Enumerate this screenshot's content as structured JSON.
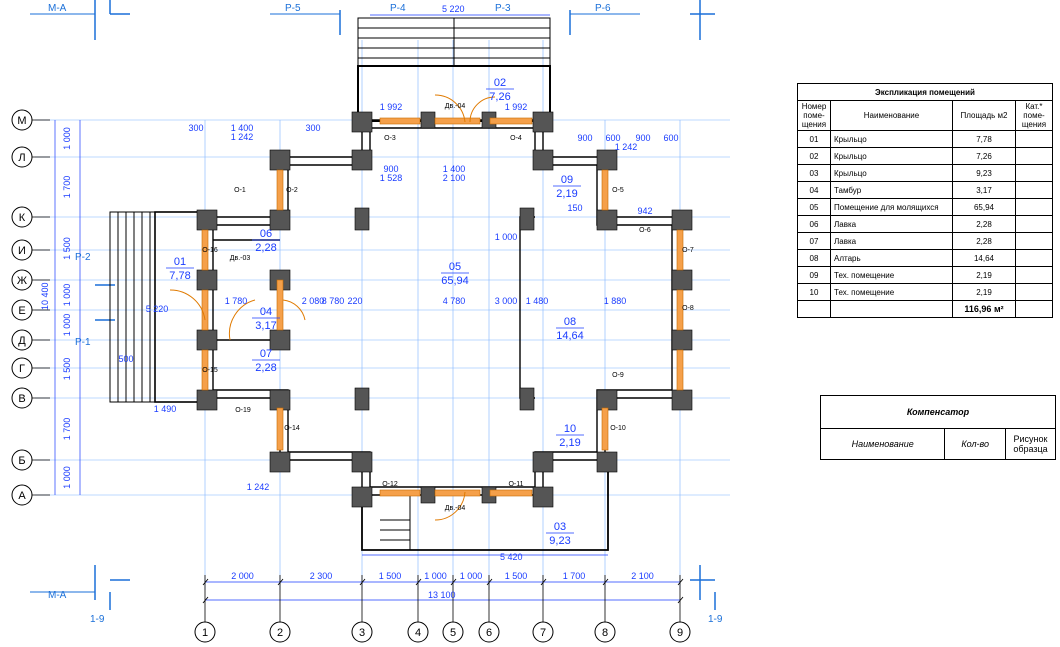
{
  "axes_letters": [
    "М",
    "Л",
    "К",
    "И",
    "Ж",
    "Е",
    "Д",
    "Г",
    "В",
    "Б",
    "А"
  ],
  "axes_numbers": [
    "1",
    "2",
    "3",
    "4",
    "5",
    "6",
    "7",
    "8",
    "9"
  ],
  "sections": [
    "М-А",
    "Р-5",
    "Р-4",
    "Р-3",
    "Р-6",
    "Р-2",
    "Р-1",
    "М-А",
    "1-9",
    "1-9"
  ],
  "overall": {
    "width": "13 100",
    "height": "10 400",
    "top": "5 220",
    "bottom": "5 420"
  },
  "bottom_dims": [
    "2 000",
    "2 300",
    "1 500",
    "1 000",
    "1 000",
    "1 500",
    "1 700",
    "2 100"
  ],
  "left_dims": [
    "1 000",
    "1 700",
    "1 500",
    "1 000",
    "1 000",
    "1 500",
    "1 700",
    "1 000"
  ],
  "rooms": [
    {
      "num": "01",
      "area": "7,78"
    },
    {
      "num": "02",
      "area": "7,26"
    },
    {
      "num": "03",
      "area": "9,23"
    },
    {
      "num": "04",
      "area": "3,17"
    },
    {
      "num": "05",
      "area": "65,94"
    },
    {
      "num": "06",
      "area": "2,28"
    },
    {
      "num": "07",
      "area": "2,28"
    },
    {
      "num": "08",
      "area": "14,64"
    },
    {
      "num": "09",
      "area": "2,19"
    },
    {
      "num": "10",
      "area": "2,19"
    }
  ],
  "plan_dims": [
    "1 400",
    "1 242",
    "300",
    "900",
    "2 100",
    "1 400",
    "1 528",
    "300",
    "1 992",
    "1 992",
    "900",
    "1 242",
    "600",
    "900",
    "600",
    "1 242",
    "4 780",
    "220",
    "1 480",
    "1 880",
    "2 080",
    "1 780",
    "8 780",
    "3 000",
    "1 000",
    "1 490",
    "5 220",
    "500",
    "942",
    "150"
  ],
  "openings": [
    "О-3",
    "О-4",
    "О-1",
    "О-2",
    "О-5",
    "О-6",
    "О-7",
    "О-8",
    "О-9",
    "О-10",
    "О-11",
    "О-12",
    "О-14",
    "О-15",
    "О-16",
    "О-19",
    "Дв.-04",
    "Дв.-03",
    "Дв.-04"
  ],
  "explication": {
    "title": "Экспликация помещений",
    "headers": [
      "Номер поме-щения",
      "Наименование",
      "Площадь м2",
      "Кат.* поме-щения"
    ],
    "rows": [
      {
        "num": "01",
        "name": "Крыльцо",
        "area": "7,78"
      },
      {
        "num": "02",
        "name": "Крыльцо",
        "area": "7,26"
      },
      {
        "num": "03",
        "name": "Крыльцо",
        "area": "9,23"
      },
      {
        "num": "04",
        "name": "Тамбур",
        "area": "3,17"
      },
      {
        "num": "05",
        "name": "Помещение для молящихся",
        "area": "65,94"
      },
      {
        "num": "06",
        "name": "Лавка",
        "area": "2,28"
      },
      {
        "num": "07",
        "name": "Лавка",
        "area": "2,28"
      },
      {
        "num": "08",
        "name": "Алтарь",
        "area": "14,64"
      },
      {
        "num": "09",
        "name": "Тех. помещение",
        "area": "2,19"
      },
      {
        "num": "10",
        "name": "Тех. помещение",
        "area": "2,19"
      }
    ],
    "total": "116,96 м²"
  },
  "compensator": {
    "title": "Компенсатор",
    "headers": [
      "Наименование",
      "Кол-во",
      "Рисунок образца"
    ]
  }
}
